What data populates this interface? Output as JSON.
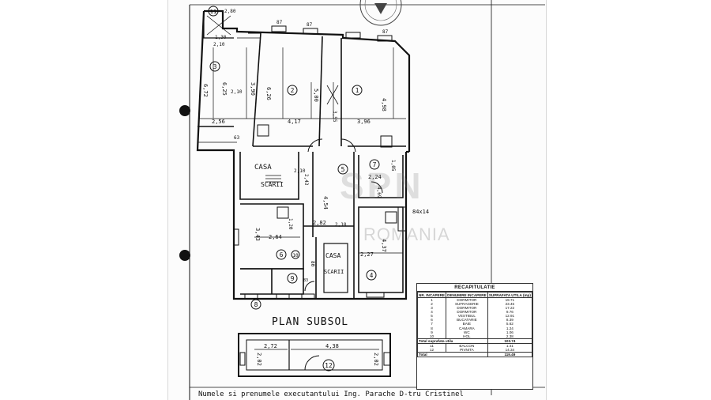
{
  "plan": {
    "title": "PLAN SUBSOL",
    "executor_line": "Numele si prenumele executantului Ing. Parache D-tru Cristinel",
    "rooms": [
      {
        "id": "1",
        "name": ""
      },
      {
        "id": "2",
        "name": ""
      },
      {
        "id": "3",
        "name": ""
      },
      {
        "id": "4",
        "name": ""
      },
      {
        "id": "5",
        "name": ""
      },
      {
        "id": "6",
        "name": ""
      },
      {
        "id": "7",
        "name": ""
      },
      {
        "id": "8",
        "name": ""
      },
      {
        "id": "9",
        "name": ""
      },
      {
        "id": "10",
        "name": ""
      },
      {
        "id": "11",
        "name": ""
      },
      {
        "id": "12",
        "name": ""
      }
    ],
    "stair_labels": [
      {
        "line1": "CASA",
        "line2": "SCARII"
      },
      {
        "line1": "CASA",
        "line2": "SCARII"
      }
    ],
    "dimensions": {
      "top_a": "1,30",
      "top_b": "2,10",
      "top_c": "2,80",
      "w_87a": "87",
      "w_87b": "87",
      "w_87c": "87",
      "h_672": "6,72",
      "h_625": "6,25",
      "h_390": "3,90",
      "h_626": "6,26",
      "h_210": "2,10",
      "h_500": "5,00",
      "h_498": "4,98",
      "w_256": "2,56",
      "w_417": "4,17",
      "w_396": "3,96",
      "h_355": "3,55",
      "w_63": "63",
      "w_224": "2,24",
      "h_105": "1,05",
      "h_243": "2,43",
      "h_454": "4,54",
      "w_282": "2,82",
      "h_343": "3,43",
      "w_264": "2,64",
      "w_227": "2,27",
      "h_437": "4,37",
      "h_469": "4,69",
      "w_210b": "2,10",
      "w_210c": "2,10",
      "note_84x14": "84x14",
      "h_120": "1,20",
      "h_80": "80",
      "w_272": "2,72",
      "w_438": "4,38",
      "h_202a": "2,02",
      "h_202b": "2,02",
      "w_83": "83"
    }
  },
  "recap": {
    "title": "RECAPITULATIE",
    "headers": [
      "NR. INCAPERE",
      "DENUMIRE INCAPERE",
      "SUPRAFATA UTILA (mp)"
    ],
    "rows": [
      [
        "1",
        "DORMITOR",
        "19.71"
      ],
      [
        "2",
        "SUFRAGERIE",
        "23.45"
      ],
      [
        "3",
        "DORMITOR",
        "17.22"
      ],
      [
        "4",
        "DORMITOR",
        "9.76"
      ],
      [
        "5",
        "VESTIBUL",
        "12.91"
      ],
      [
        "6",
        "BUCATARIE",
        "8.39"
      ],
      [
        "7",
        "BAIE",
        "5.62"
      ],
      [
        "8",
        "CAMARA",
        "1.24"
      ],
      [
        "9",
        "WC",
        "1.06"
      ],
      [
        "10",
        "HOL",
        "2.38"
      ]
    ],
    "total_util_label": "Total suprafata utila",
    "total_util_value": "103.74",
    "extra_rows": [
      [
        "11",
        "BALCON",
        "1.41"
      ],
      [
        "12",
        "PIVNITA",
        "14.34"
      ]
    ],
    "total_label": "Total",
    "total_value": "119.49"
  },
  "watermark": {
    "line1": "SPN",
    "line2": "ROMANIA"
  },
  "colors": {
    "ink": "#111111",
    "paper": "#fcfcfc"
  }
}
